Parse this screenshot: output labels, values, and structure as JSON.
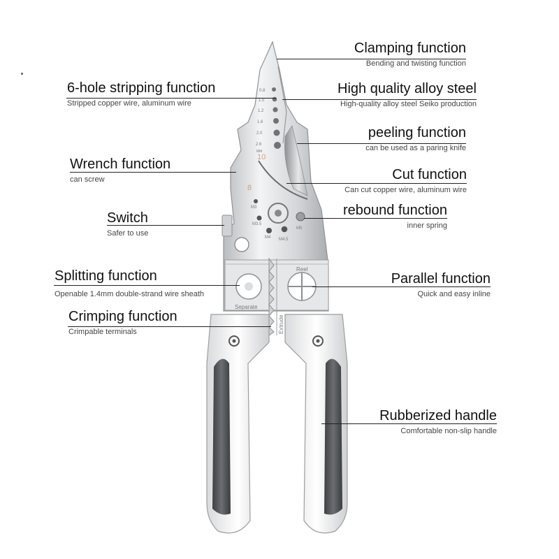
{
  "features": [
    {
      "key": "clamping",
      "title": "Clamping function",
      "subtitle": "Bending and twisting function"
    },
    {
      "key": "six-hole",
      "title": "6-hole stripping function",
      "subtitle": "Stripped copper wire, aluminum wire"
    },
    {
      "key": "alloy",
      "title": "High quality alloy steel",
      "subtitle": "High-quality alloy steel Seiko production"
    },
    {
      "key": "peeling",
      "title": "peeling function",
      "subtitle": "can be used as a paring knife"
    },
    {
      "key": "wrench",
      "title": "Wrench function",
      "subtitle": "can screw"
    },
    {
      "key": "cut",
      "title": "Cut function",
      "subtitle": "Can cut copper wire, aluminum wire"
    },
    {
      "key": "switch",
      "title": "Switch",
      "subtitle": "Safer to use"
    },
    {
      "key": "rebound",
      "title": "rebound function",
      "subtitle": "inner spring"
    },
    {
      "key": "splitting",
      "title": "Splitting function",
      "subtitle": "Openable 1.4mm double-strand wire sheath"
    },
    {
      "key": "parallel",
      "title": "Parallel function",
      "subtitle": "Quick and easy inline"
    },
    {
      "key": "crimping",
      "title": "Crimping function",
      "subtitle": "Crimpable terminals"
    },
    {
      "key": "handle",
      "title": "Rubberized handle",
      "subtitle": "Comfortable non-slip handle"
    }
  ],
  "tool_markings": {
    "gauges": [
      "0.8",
      "1.0",
      "1.2",
      "1.6",
      "2.0",
      "2.6",
      "MM"
    ],
    "wrench_sizes": [
      "10",
      "8"
    ],
    "screw_holes": [
      "M3",
      "M3.5",
      "M4",
      "M4.5",
      "M5"
    ],
    "separate": "Separate",
    "reel": "Reel",
    "extrude": "Extrude"
  }
}
